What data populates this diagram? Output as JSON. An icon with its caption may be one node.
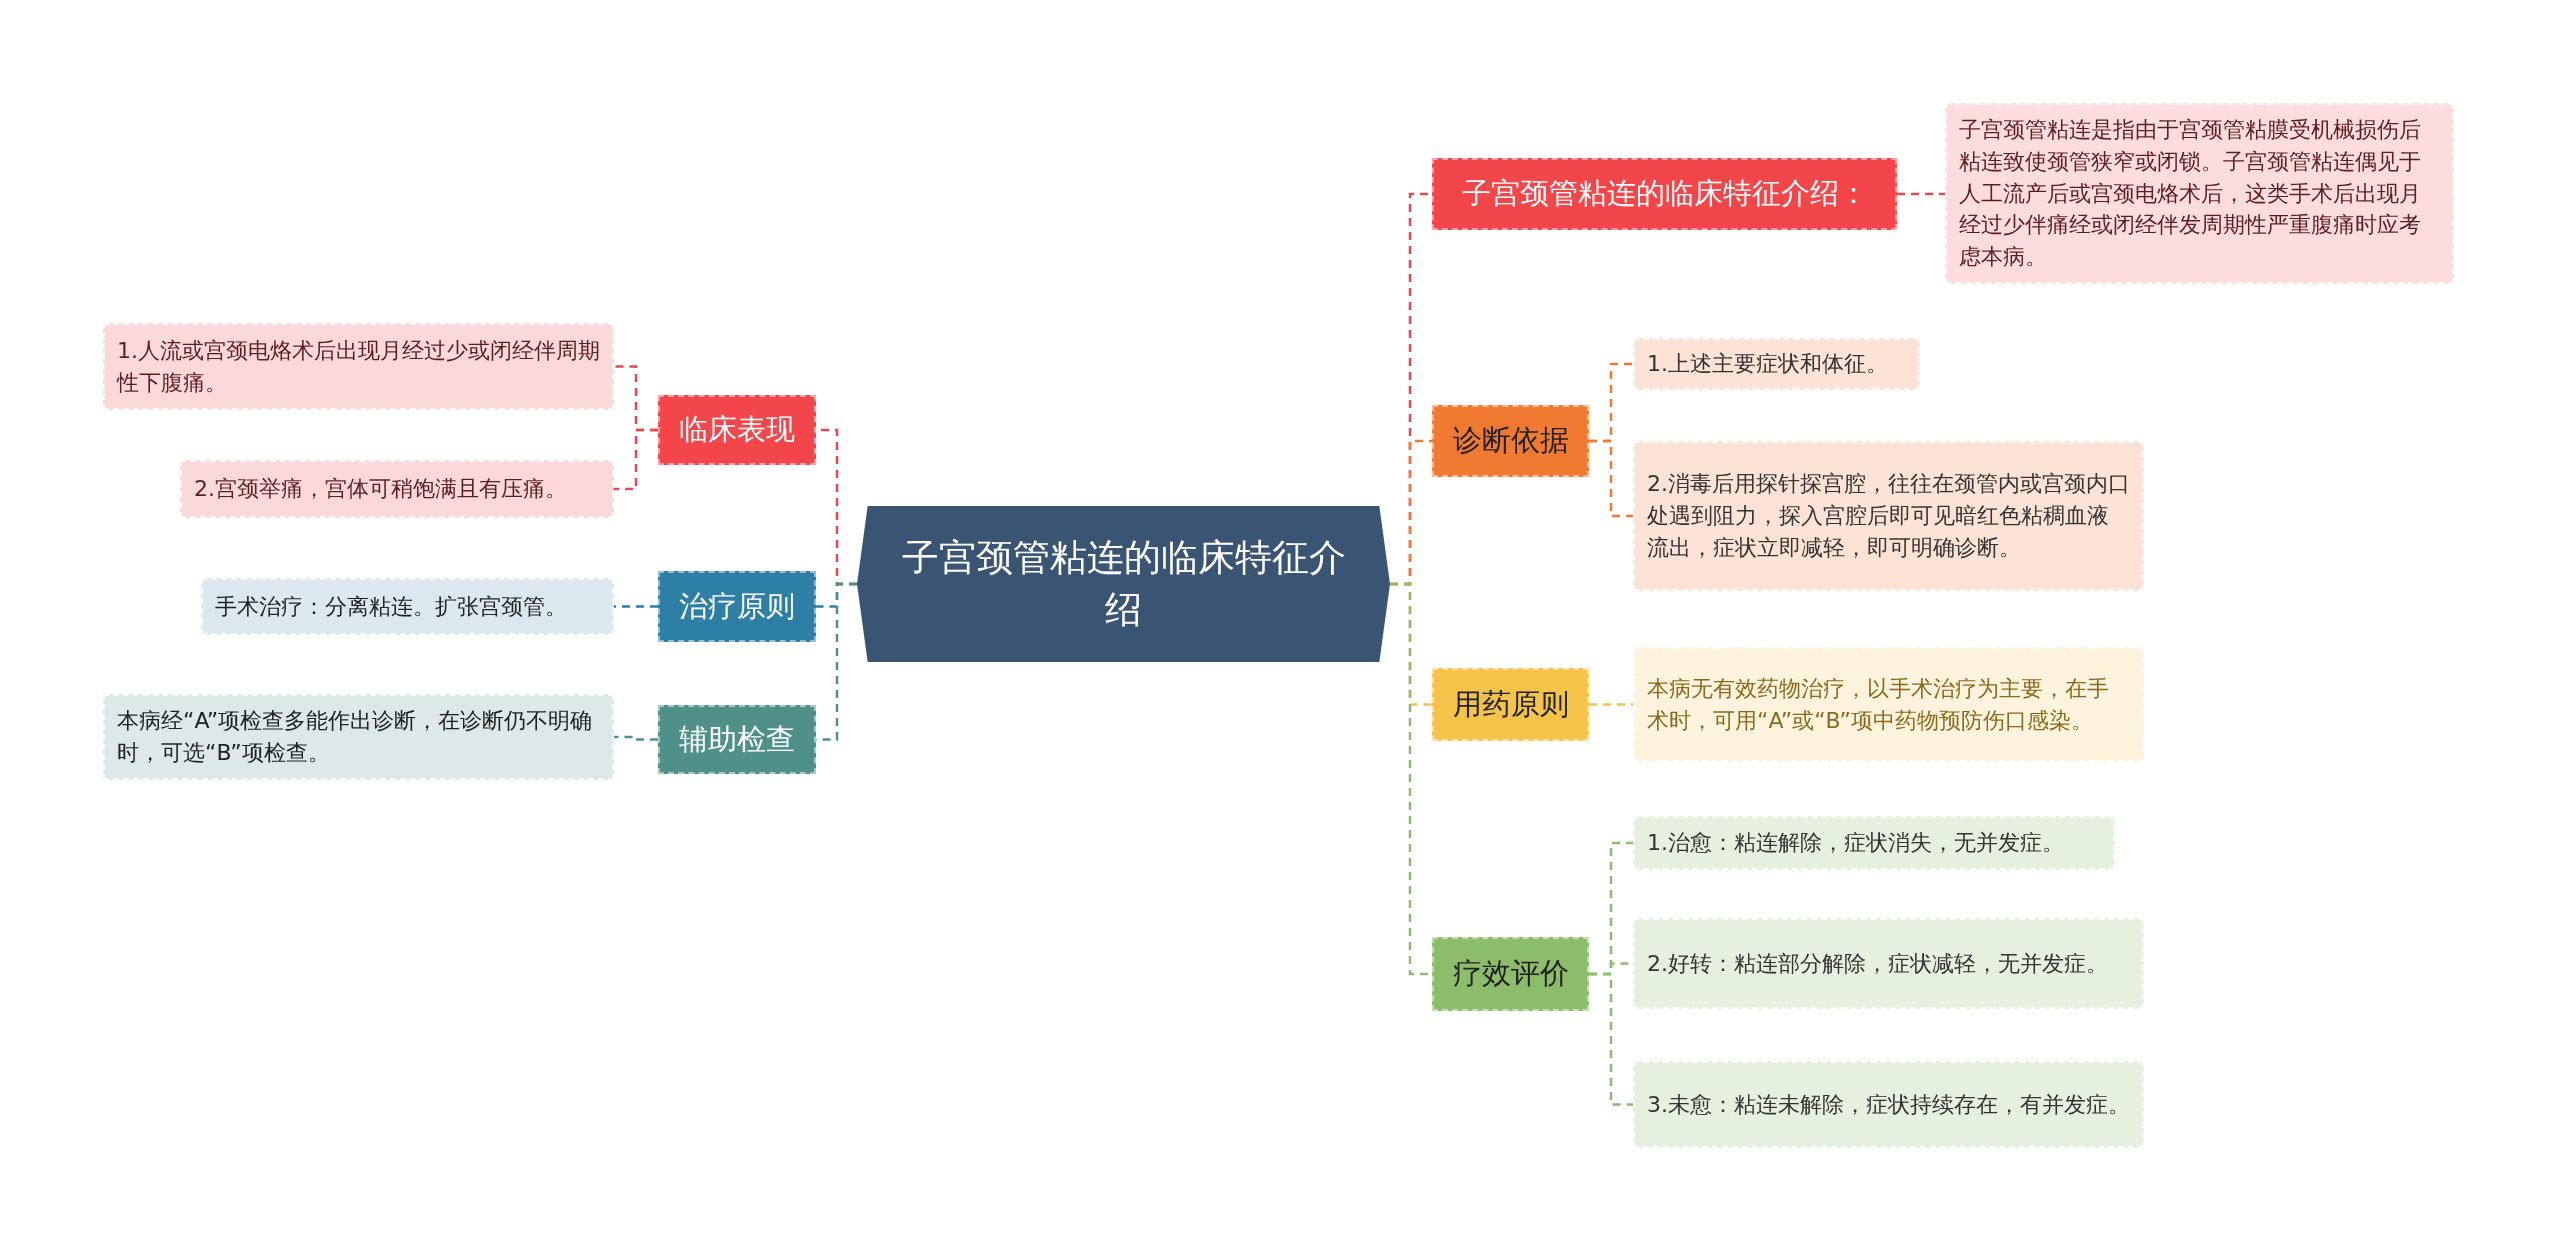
{
  "diagram": {
    "nodes": [
      {
        "text": [
          "子宫颈管粘连的临床特征介绍"
        ]
      },
      {
        "text": [
          "临床表现"
        ]
      },
      {
        "text": [
          "1.人流或宫颈电烙术后出现月经过少或闭经伴周期性下腹痛。"
        ]
      },
      {
        "text": [
          "2.宫颈举痛，宫体可稍饱满且有压痛。"
        ]
      },
      {
        "text": [
          "治疗原则"
        ]
      },
      {
        "text": [
          "手术治疗：分离粘连。扩张宫颈管。"
        ]
      },
      {
        "text": [
          "辅助检查"
        ]
      },
      {
        "text": [
          "本病经“A”项检查多能作出诊断，在诊断仍不明确时，可选“B”项检查。"
        ]
      },
      {
        "text": [
          "子宫颈管粘连的临床特征介绍："
        ]
      },
      {
        "text": [
          "子宫颈管粘连是指由于宫颈管粘膜受机械损伤后粘连致使颈管狭窄或闭锁。子宫颈管粘连偶见于人工流产后或宫颈电烙术后，这类手术后出现月经过少伴痛经或闭经伴发周期性严重腹痛时应考虑本病。"
        ]
      },
      {
        "text": [
          "诊断依据"
        ]
      },
      {
        "text": [
          "1.上述主要症状和体征。"
        ]
      },
      {
        "text": [
          "2.消毒后用探针探宫腔，往往在颈管内或宫颈内口处遇到阻力，探入宫腔后即可见暗红色粘稠血液流出，症状立即减轻，即可明确诊断。"
        ]
      },
      {
        "text": [
          "用药原则"
        ]
      },
      {
        "text": [
          "本病无有效药物治疗，以手术治疗为主要，在手术时，可用“A”或“B”项中药物预防伤口感染。"
        ]
      },
      {
        "text": [
          "疗效评价"
        ]
      },
      {
        "text": [
          "1.治愈：粘连解除，症状消失，无并发症。"
        ]
      },
      {
        "text": [
          "2.好转：粘连部分解除，症状减轻，无并发症。"
        ]
      },
      {
        "text": [
          "3.未愈：粘连未解除，症状持续存在，有并发症。"
        ]
      }
    ],
    "edges": [
      {
        "from": 0,
        "to": 1,
        "arrow": "none",
        "style": "dashed",
        "color": "#e8474b"
      },
      {
        "from": 1,
        "to": 2,
        "arrow": "none",
        "style": "dashed",
        "color": "#e8474b"
      },
      {
        "from": 1,
        "to": 3,
        "arrow": "none",
        "style": "dashed",
        "color": "#e8474b"
      },
      {
        "from": 0,
        "to": 4,
        "arrow": "none",
        "style": "dashed",
        "color": "#2e7fa6"
      },
      {
        "from": 4,
        "to": 5,
        "arrow": "none",
        "style": "dashed",
        "color": "#2e7fa6"
      },
      {
        "from": 0,
        "to": 6,
        "arrow": "none",
        "style": "dashed",
        "color": "#4f9189"
      },
      {
        "from": 6,
        "to": 7,
        "arrow": "none",
        "style": "dashed",
        "color": "#4f9189"
      },
      {
        "from": 0,
        "to": 8,
        "arrow": "none",
        "style": "dashed",
        "color": "#e8474b"
      },
      {
        "from": 8,
        "to": 9,
        "arrow": "none",
        "style": "dashed",
        "color": "#e8474b"
      },
      {
        "from": 0,
        "to": 10,
        "arrow": "none",
        "style": "dashed",
        "color": "#ef7a36"
      },
      {
        "from": 10,
        "to": 11,
        "arrow": "none",
        "style": "dashed",
        "color": "#ef7a36"
      },
      {
        "from": 10,
        "to": 12,
        "arrow": "none",
        "style": "dashed",
        "color": "#ef7a36"
      },
      {
        "from": 0,
        "to": 13,
        "arrow": "none",
        "style": "dashed",
        "color": "#f2c14e"
      },
      {
        "from": 13,
        "to": 14,
        "arrow": "none",
        "style": "dashed",
        "color": "#f2c14e"
      },
      {
        "from": 0,
        "to": 15,
        "arrow": "none",
        "style": "dashed",
        "color": "#8cbd6a"
      },
      {
        "from": 15,
        "to": 16,
        "arrow": "none",
        "style": "dashed",
        "color": "#8cbd6a"
      },
      {
        "from": 15,
        "to": 17,
        "arrow": "none",
        "style": "dashed",
        "color": "#8cbd6a"
      },
      {
        "from": 15,
        "to": 18,
        "arrow": "none",
        "style": "dashed",
        "color": "#8cbd6a"
      }
    ]
  }
}
